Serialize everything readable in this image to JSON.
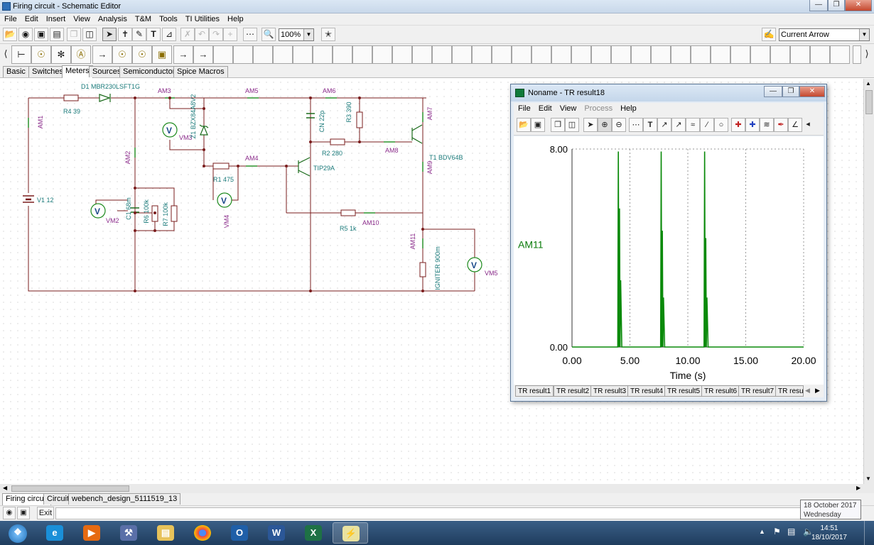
{
  "window": {
    "title": "Firing circuit - Schematic Editor"
  },
  "menu": [
    "File",
    "Edit",
    "Insert",
    "View",
    "Analysis",
    "T&M",
    "Tools",
    "TI Utilities",
    "Help"
  ],
  "toolbar": {
    "zoom_value": "100%",
    "pointer_mode": "Current Arrow"
  },
  "component_tabs": [
    "Basic",
    "Switches",
    "Meters",
    "Sources",
    "Semiconductors",
    "Spice Macros"
  ],
  "active_component_tab": "Meters",
  "schematic": {
    "labels": {
      "d1": "D1 MBR230LSFT1G",
      "r4": "R4 39",
      "am1": "AM1",
      "am2": "AM2",
      "am3": "AM3",
      "am5": "AM5",
      "am6": "AM6",
      "am7": "AM7",
      "am4": "AM4",
      "am8": "AM8",
      "am9": "AM9",
      "am10": "AM10",
      "am11": "AM11",
      "vm1": "VM3",
      "z1": "Z1 BZX84A8V2",
      "cn": "CN 22p",
      "r3": "R3 390",
      "r2": "R2 280",
      "t1": "T1 BDV64B",
      "r1": "R1 475",
      "tip": "TIP29A",
      "vm4": "VM4",
      "v1": "V1 12",
      "vm2": "VM2",
      "c1": "C1 68m",
      "r6": "R6 100k",
      "r7": "R7 100k",
      "r5": "R5 1k",
      "igniter": "IGNITER 900m",
      "vm5": "VM5"
    }
  },
  "result_window": {
    "title": "Noname - TR result18",
    "menu": [
      "File",
      "Edit",
      "View",
      "Process",
      "Help"
    ],
    "plot_label": "AM11",
    "y_ticks": [
      "8.00",
      "0.00"
    ],
    "x_ticks": [
      "0.00",
      "5.00",
      "10.00",
      "15.00",
      "20.00"
    ],
    "x_axis_label": "Time (s)",
    "tabs": [
      "TR result1",
      "TR result2",
      "TR result3",
      "TR result4",
      "TR result5",
      "TR result6",
      "TR result7",
      "TR resul"
    ]
  },
  "chart_data": {
    "type": "line",
    "xlabel": "Time (s)",
    "ylabel": "AM11",
    "xlim": [
      0,
      20
    ],
    "ylim": [
      0,
      8
    ],
    "grid": true,
    "series": [
      {
        "x": [
          0,
          3.95,
          4.0,
          4.05,
          4.1,
          4.15,
          4.2,
          4.3,
          7.65,
          7.7,
          7.75,
          7.8,
          7.85,
          7.9,
          8.0,
          11.4,
          11.45,
          11.5,
          11.55,
          11.6,
          11.65,
          11.75,
          20
        ],
        "y": [
          0,
          0,
          7.9,
          0,
          5.6,
          0,
          2.7,
          0,
          0,
          7.9,
          0,
          4.7,
          0,
          2.0,
          0,
          0,
          7.9,
          0,
          4.4,
          0,
          2.0,
          0,
          0
        ]
      }
    ]
  },
  "sheet_tabs": [
    "Firing circuit",
    "Circuit",
    "webench_design_5111519_13"
  ],
  "active_sheet_tab": "Firing circuit",
  "bottom": {
    "exit_label": "Exit"
  },
  "tooltip": {
    "date": "18 October 2017",
    "day": "Wednesday"
  },
  "taskbar": {
    "time": "14:51",
    "date": "18/10/2017"
  },
  "colors": {
    "wire": "#7a1c1c",
    "meter": "#1c8a1c",
    "label_teal": "#1a7a7a",
    "label_purple": "#8a2a8a",
    "trace": "#0a8a0a"
  }
}
